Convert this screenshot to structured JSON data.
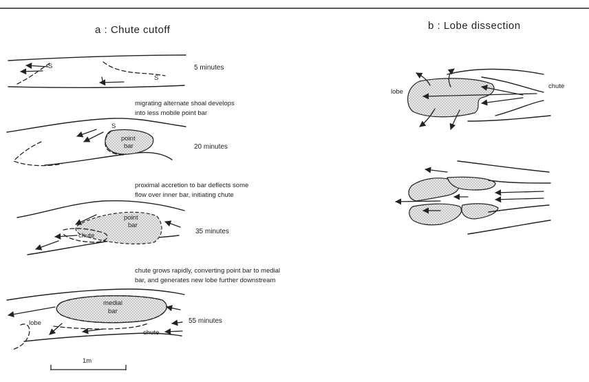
{
  "top_rule": true,
  "panel_a": {
    "title": "a : Chute cutoff",
    "stages": [
      {
        "time": "5 minutes",
        "caption_1": "",
        "caption_2": "",
        "labels": [
          "S",
          "S"
        ]
      },
      {
        "time": "20 minutes",
        "caption_1": "migrating alternate shoal develops",
        "caption_2": "into less mobile point bar",
        "labels": [
          "S",
          "point",
          "bar"
        ]
      },
      {
        "time": "35 minutes",
        "caption_1": "proximal accretion to bar deflects some",
        "caption_2": "flow over inner bar, initiating chute",
        "labels": [
          "point",
          "bar",
          "chute"
        ]
      },
      {
        "time": "55 minutes",
        "caption_1": "chute grows rapidly, converting point bar to medial",
        "caption_2": "bar, and generates new lobe further downstream",
        "labels": [
          "medial",
          "bar",
          "lobe",
          "chute"
        ]
      }
    ],
    "scale_label": "1m"
  },
  "panel_b": {
    "title": "b : Lobe dissection",
    "labels": {
      "lobe": "lobe",
      "chute": "chute"
    }
  }
}
